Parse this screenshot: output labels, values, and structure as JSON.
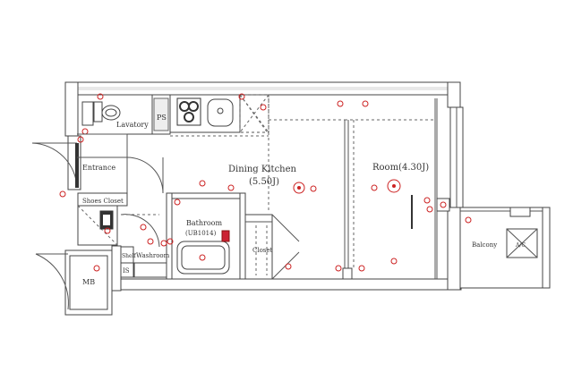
{
  "rooms": {
    "lavatory": "Lavatory",
    "ps": "PS",
    "entrance": "Entrance",
    "shoes_closet": "Shoes Closet",
    "dining_kitchen": "Dining Kitchen",
    "dining_kitchen_size": "(5.50J)",
    "room": "Room(4.30J)",
    "bathroom": "Bathroom",
    "bathroom_unit": "(UB1014)",
    "shelf": "Shelf",
    "washroom": "Washroom",
    "is": "IS",
    "closet": "Closet",
    "balcony": "Balcony",
    "mb": "MB"
  }
}
